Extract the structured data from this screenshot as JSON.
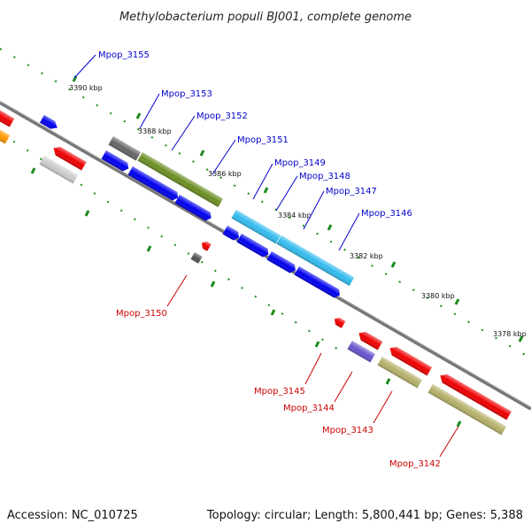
{
  "title": "Methylobacterium populi BJ001, complete genome",
  "accession": "Accession: NC_010725",
  "topology": "Topology: circular; Length: 5,800,441 bp; Genes: 5,388",
  "colors": {
    "backbone": "#808080",
    "tick": "#1a8a1a",
    "label_forward": "#0000cc",
    "label_reverse": "#cc0000"
  },
  "ticks": [
    {
      "label": "3390 kbp"
    },
    {
      "label": "3388 kbp"
    },
    {
      "label": "3386 kbp"
    },
    {
      "label": "3384 kbp"
    },
    {
      "label": "3382 kbp"
    },
    {
      "label": "3380 kbp"
    },
    {
      "label": "3378 kbp"
    }
  ],
  "gene_labels": [
    {
      "text": "Mpop_3155",
      "strand": "forward"
    },
    {
      "text": "Mpop_3153",
      "strand": "forward"
    },
    {
      "text": "Mpop_3152",
      "strand": "forward"
    },
    {
      "text": "Mpop_3151",
      "strand": "forward"
    },
    {
      "text": "Mpop_3149",
      "strand": "forward"
    },
    {
      "text": "Mpop_3148",
      "strand": "forward"
    },
    {
      "text": "Mpop_3147",
      "strand": "forward"
    },
    {
      "text": "Mpop_3146",
      "strand": "forward"
    },
    {
      "text": "Mpop_3150",
      "strand": "reverse"
    },
    {
      "text": "Mpop_3145",
      "strand": "reverse"
    },
    {
      "text": "Mpop_3144",
      "strand": "reverse"
    },
    {
      "text": "Mpop_3143",
      "strand": "reverse"
    },
    {
      "text": "Mpop_3142",
      "strand": "reverse"
    }
  ]
}
